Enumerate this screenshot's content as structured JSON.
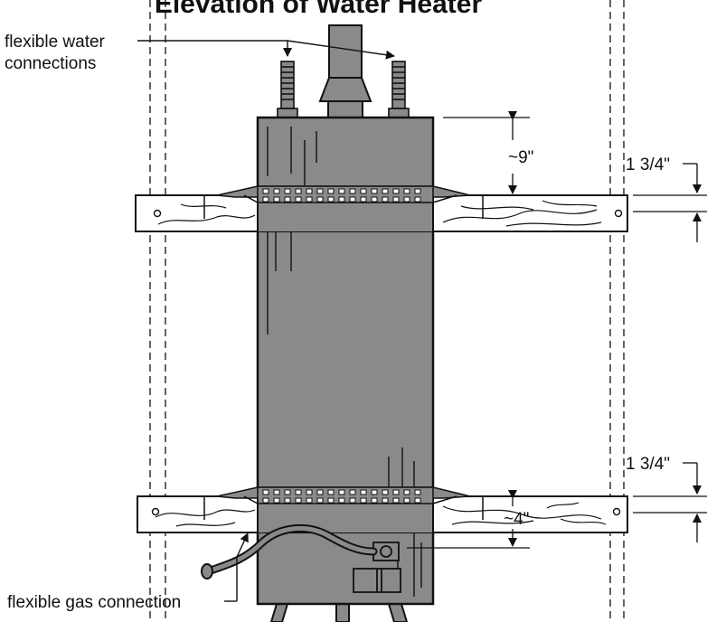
{
  "diagram": {
    "title": "Elevation of Water Heater",
    "labels": {
      "water_connections_line1": "flexible water",
      "water_connections_line2": "connections",
      "gas_connection": "flexible gas connection",
      "top_clearance": "~9\"",
      "upper_strap_width": "1 3/4\"",
      "lower_strap_width": "1 3/4\"",
      "bottom_clearance": "~4\""
    }
  }
}
